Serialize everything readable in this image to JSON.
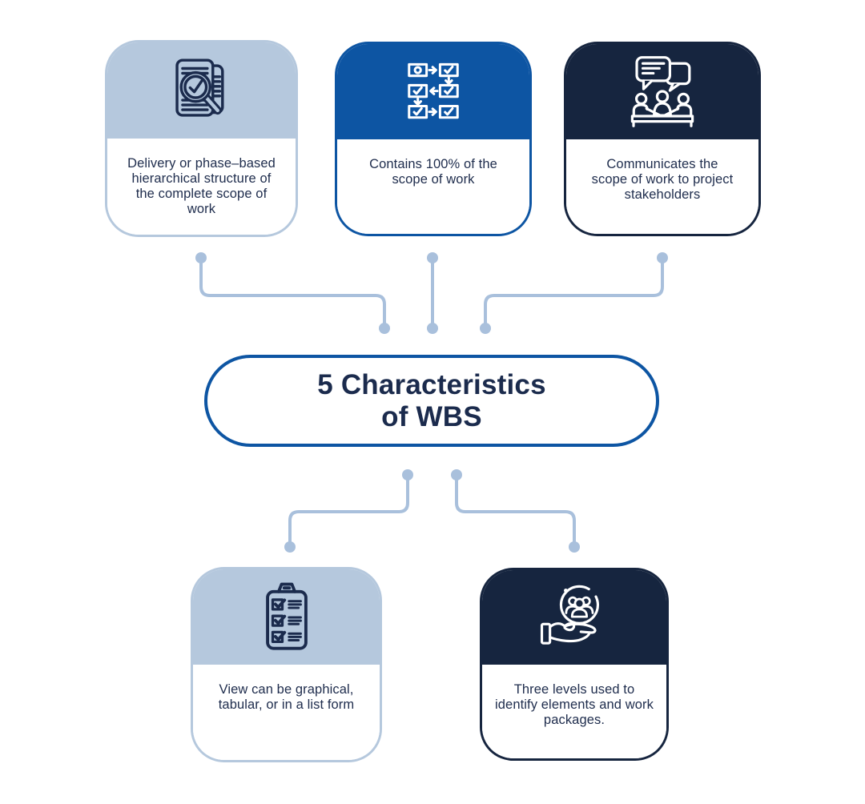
{
  "title": {
    "text": "5 Characteristics\nof WBS"
  },
  "cards": [
    {
      "id": "delivery-structure",
      "icon": "document-search-icon",
      "theme": "light",
      "text": "Delivery or phase–based\nhierarchical structure of\nthe complete scope of\nwork"
    },
    {
      "id": "contains-100-percent",
      "icon": "flowchart-icon",
      "theme": "medium",
      "text": "Contains 100% of the\nscope of work"
    },
    {
      "id": "communicates-scope",
      "icon": "stakeholder-meeting-icon",
      "theme": "dark",
      "text": "Communicates the\nscope of work to project\nstakeholders"
    },
    {
      "id": "view-forms",
      "icon": "checklist-clipboard-icon",
      "theme": "light",
      "text": "View can be graphical,\ntabular, or in a list form"
    },
    {
      "id": "three-levels",
      "icon": "hand-holding-people-icon",
      "theme": "dark",
      "text": "Three levels used to\nidentify elements and work\npackages."
    }
  ],
  "colors": {
    "light_blue": "#b5c8dd",
    "medium_blue": "#0d55a3",
    "dark_navy": "#16253f",
    "connector_blue": "#a9c0dc",
    "title_text": "#1b2b4d",
    "body_text": "#202e4e",
    "background": "#ffffff"
  }
}
